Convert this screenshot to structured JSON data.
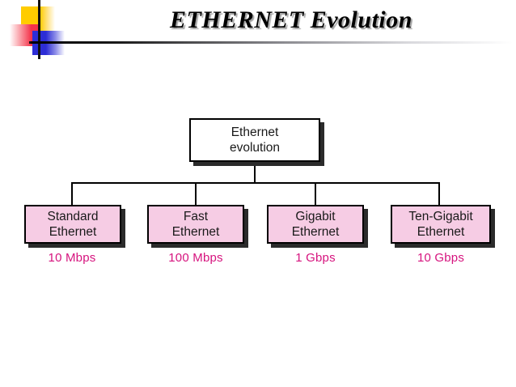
{
  "slide": {
    "title": "ETHERNET Evolution",
    "background_color": "#FFFFFF"
  },
  "logo": {
    "name": "decorative-squares-logo",
    "yellow_color": "#FFCC00",
    "red_color": "#F4334A",
    "blue_color": "#2D2DD6",
    "line_color": "#111111"
  },
  "diagram": {
    "type": "hierarchy-tree",
    "root": {
      "label_line1": "Ethernet",
      "label_line2": "evolution",
      "fill_color": "#FFFFFF",
      "border_color": "#000000"
    },
    "children": [
      {
        "label_line1": "Standard",
        "label_line2": "Ethernet",
        "speed": "10 Mbps",
        "fill_color": "#F6CCE4"
      },
      {
        "label_line1": "Fast",
        "label_line2": "Ethernet",
        "speed": "100 Mbps",
        "fill_color": "#F6CCE4"
      },
      {
        "label_line1": "Gigabit",
        "label_line2": "Ethernet",
        "speed": "1 Gbps",
        "fill_color": "#F6CCE4"
      },
      {
        "label_line1": "Ten-Gigabit",
        "label_line2": "Ethernet",
        "speed": "10 Gbps",
        "fill_color": "#F6CCE4"
      }
    ],
    "speed_text_color": "#D6137E"
  }
}
